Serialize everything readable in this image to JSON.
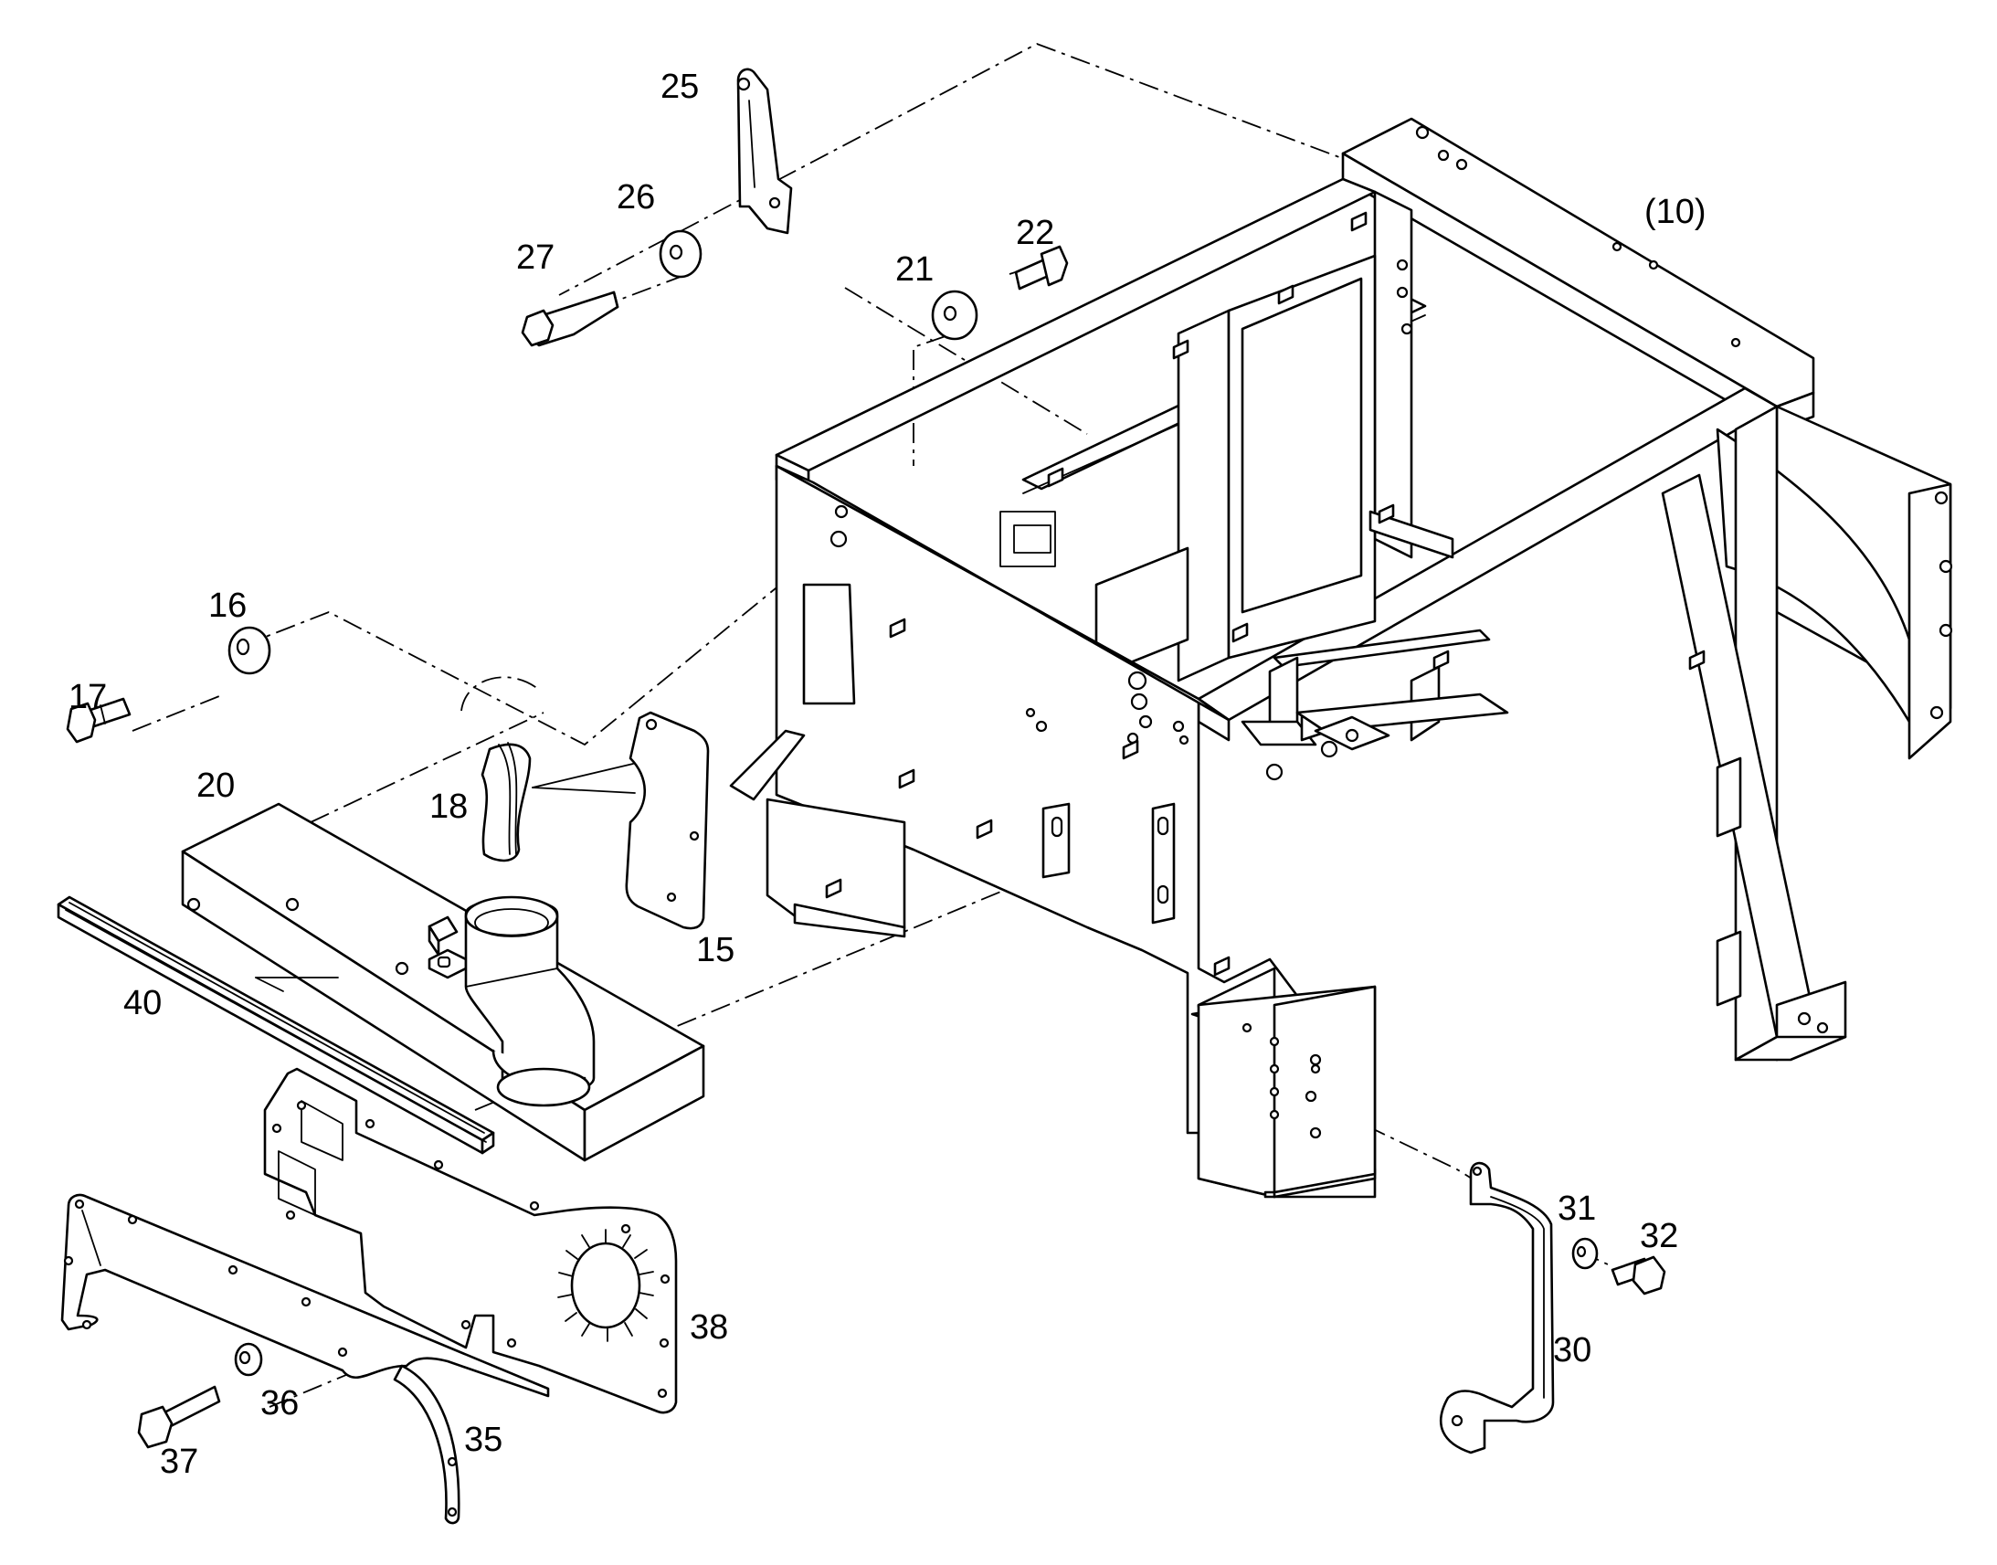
{
  "labels": {
    "l10": "(10)",
    "l15": "15",
    "l16": "16",
    "l17": "17",
    "l18": "18",
    "l20": "20",
    "l21": "21",
    "l22": "22",
    "l25": "25",
    "l26": "26",
    "l27": "27",
    "l30": "30",
    "l31": "31",
    "l32": "32",
    "l35": "35",
    "l36": "36",
    "l37": "37",
    "l38": "38",
    "l40": "40"
  }
}
